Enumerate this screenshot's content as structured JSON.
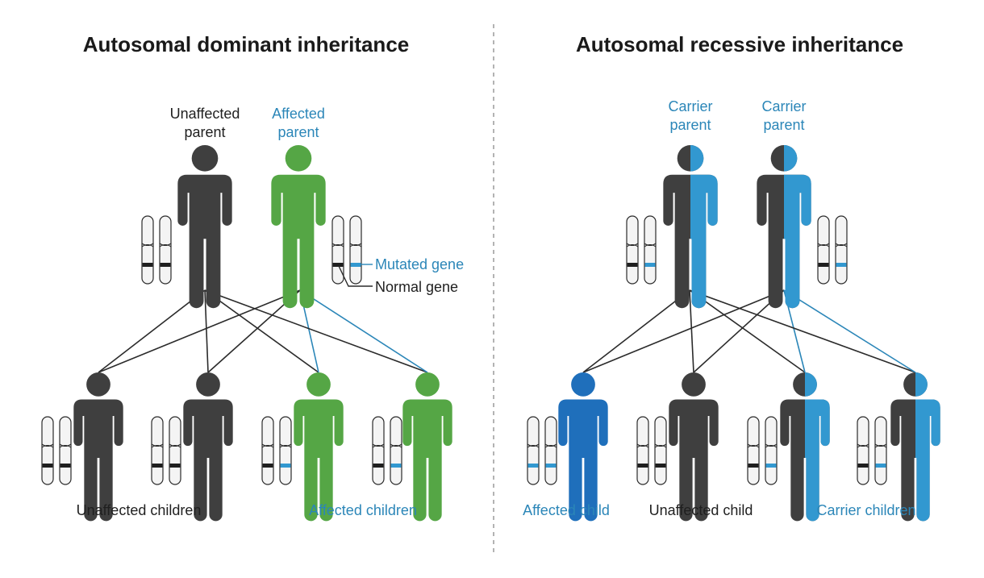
{
  "colors": {
    "unaffected": "#3f3f3f",
    "affected_dominant": "#55a645",
    "carrier_blue": "#3298d0",
    "affected_recessive": "#1f6fbb",
    "label_blue": "#2b86b8",
    "line_dark": "#2b2b2b",
    "line_blue": "#2b86b8",
    "divider": "#9a9a9a"
  },
  "dominant": {
    "title": "Autosomal dominant inheritance",
    "parent_left": {
      "line1": "Unaffected",
      "line2": "parent",
      "figure": "unaffected",
      "chromosomes": [
        "normal",
        "normal"
      ]
    },
    "parent_right": {
      "line1": "Affected",
      "line2": "parent",
      "figure": "affected-dominant",
      "chromosomes": [
        "normal",
        "mutated"
      ]
    },
    "legend": {
      "mutated": "Mutated gene",
      "normal": "Normal gene"
    },
    "children": [
      {
        "figure": "unaffected",
        "chromosomes": [
          "normal",
          "normal"
        ]
      },
      {
        "figure": "unaffected",
        "chromosomes": [
          "normal",
          "normal"
        ]
      },
      {
        "figure": "affected-dominant",
        "chromosomes": [
          "normal",
          "mutated"
        ]
      },
      {
        "figure": "affected-dominant",
        "chromosomes": [
          "normal",
          "mutated"
        ]
      }
    ],
    "group_labels": {
      "unaffected": "Unaffected children",
      "affected": "Affected children"
    }
  },
  "recessive": {
    "title": "Autosomal recessive inheritance",
    "parent_left": {
      "line1": "Carrier",
      "line2": "parent",
      "figure": "carrier",
      "chromosomes": [
        "normal",
        "mutated"
      ]
    },
    "parent_right": {
      "line1": "Carrier",
      "line2": "parent",
      "figure": "carrier",
      "chromosomes": [
        "normal",
        "mutated"
      ]
    },
    "children": [
      {
        "figure": "affected-recessive",
        "chromosomes": [
          "mutated",
          "mutated"
        ]
      },
      {
        "figure": "unaffected",
        "chromosomes": [
          "normal",
          "normal"
        ]
      },
      {
        "figure": "carrier",
        "chromosomes": [
          "normal",
          "mutated"
        ]
      },
      {
        "figure": "carrier",
        "chromosomes": [
          "normal",
          "mutated"
        ]
      }
    ],
    "group_labels": {
      "affected": "Affected child",
      "unaffected": "Unaffected child",
      "carrier": "Carrier children"
    }
  }
}
